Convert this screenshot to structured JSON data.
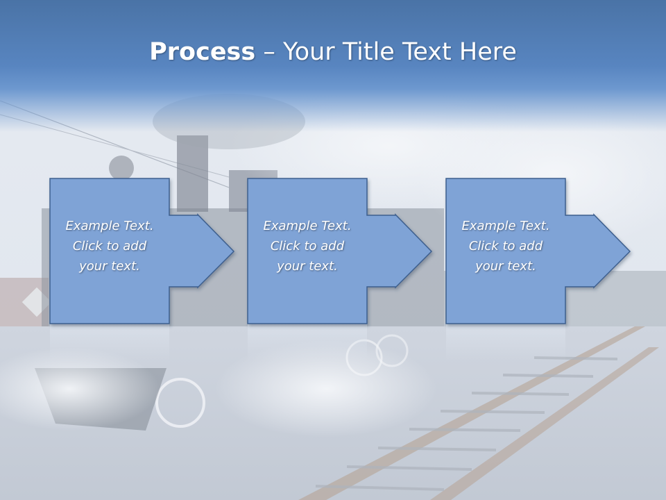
{
  "slide": {
    "title_bold": "Process",
    "title_dash": " – ",
    "title_rest": "Your Title Text Here"
  },
  "steps": [
    {
      "text": "Example Text.\nClick  to add\nyour text."
    },
    {
      "text": "Example Text.\nClick  to add\nyour text."
    },
    {
      "text": "Example Text.\nClick  to add\nyour text."
    }
  ],
  "colors": {
    "title_band": "#5885c0",
    "box_fill": "#7fa3d6",
    "box_stroke": "#3d5f8e",
    "text": "#ffffff"
  },
  "icons": [
    "arrow-right-icon",
    "arrow-right-icon",
    "arrow-right-icon"
  ]
}
